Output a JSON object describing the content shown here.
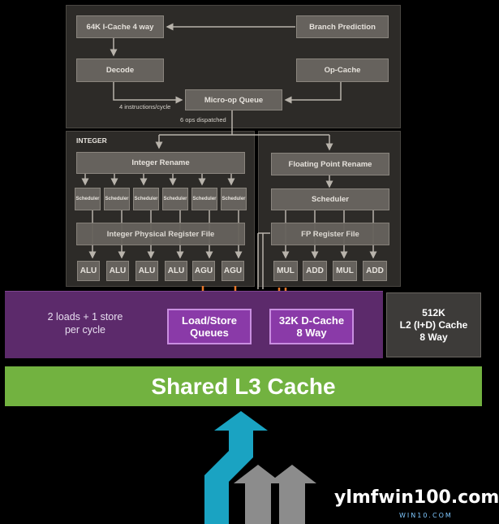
{
  "frontend": {
    "icache": "64K I-Cache 4 way",
    "branch_prediction": "Branch Prediction",
    "decode": "Decode",
    "op_cache": "Op-Cache",
    "micro_op_queue": "Micro-op Queue",
    "instr_per_cycle": "4 instructions/cycle",
    "ops_dispatched": "6 ops dispatched"
  },
  "integer": {
    "title": "INTEGER",
    "rename": "Integer Rename",
    "schedulers": [
      "Scheduler",
      "Scheduler",
      "Scheduler",
      "Scheduler",
      "Scheduler",
      "Scheduler"
    ],
    "register_file": "Integer Physical Register File",
    "units": [
      "ALU",
      "ALU",
      "ALU",
      "ALU",
      "AGU",
      "AGU"
    ]
  },
  "fp": {
    "rename": "Floating Point Rename",
    "scheduler": "Scheduler",
    "register_file": "FP Register File",
    "units": [
      "MUL",
      "ADD",
      "MUL",
      "ADD"
    ]
  },
  "memory": {
    "loads_line1": "2 loads + 1 store",
    "loads_line2": "per cycle",
    "lsq_line1": "Load/Store",
    "lsq_line2": "Queues",
    "dcache_line1": "32K D-Cache",
    "dcache_line2": "8 Way",
    "l2_line1": "512K",
    "l2_line2": "L2 (I+D) Cache",
    "l2_line3": "8 Way"
  },
  "l3": {
    "label": "Shared L3 Cache"
  },
  "watermark": {
    "main": "ylmfwin100.com",
    "sub": "WIN10.COM"
  },
  "colors": {
    "purple_band": "#5c2a6b",
    "purple_box": "#8a3aa8",
    "orange_arrow": "#e8772a",
    "green_l3": "#72b240",
    "teal_arrow": "#1aa3c2",
    "gray_arrow": "#8c8c8c"
  }
}
